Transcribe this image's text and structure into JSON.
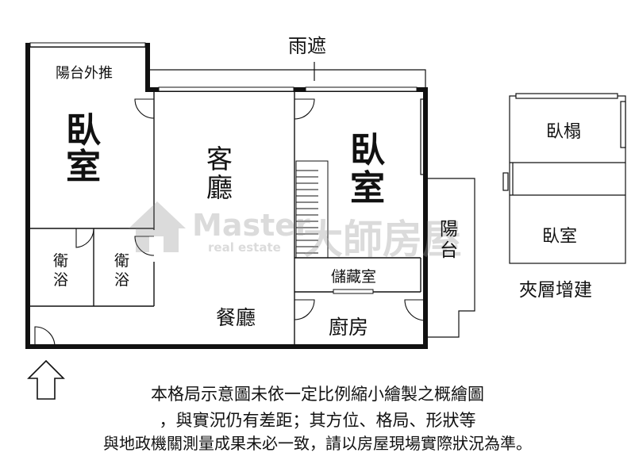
{
  "floor_plan": {
    "canopy_label": "雨遮",
    "balcony_push_label": "陽台外推",
    "bedroom_left_label": "臥室",
    "living_room_label": "客廳",
    "bedroom_center_label": "臥室",
    "bath_left_label": "衛浴",
    "bath_right_label": "衛浴",
    "storage_label": "儲藏室",
    "balcony_right_label": "陽台",
    "dining_label": "餐廳",
    "kitchen_label": "廚房"
  },
  "mezzanine": {
    "loft_bed_label": "臥榻",
    "bedroom_label": "臥室",
    "caption": "夾層增建"
  },
  "watermark": {
    "brand_en": "Master",
    "brand_zh": "大師房屋",
    "tagline": "real estate"
  },
  "icons": {
    "entrance": "up-arrow-icon",
    "logo": "house-logo-icon"
  },
  "disclaimer": {
    "line1": "本格局示意圖未依一定比例縮小繪製之概繪圖",
    "line2": "，與實況仍有差距；其方位、格局、形狀等",
    "line3": "與地政機關測量成果未必一致，請以房屋現場實際狀況為準。"
  }
}
